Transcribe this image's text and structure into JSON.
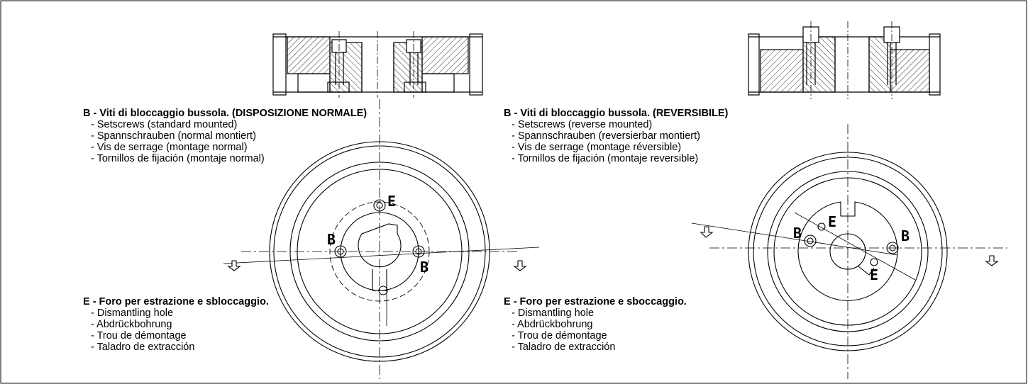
{
  "left": {
    "b_block": {
      "title": "B - Viti di bloccaggio bussola. (DISPOSIZIONE NORMALE)",
      "items": [
        "- Setscrews (standard mounted)",
        "- Spannschrauben (normal montiert)",
        "- Vis de serrage (montage normal)",
        "- Tornillos de fijación (montaje normal)"
      ]
    },
    "e_block": {
      "title": "E - Foro per estrazione e sbloccaggio.",
      "items": [
        "- Dismantling hole",
        "- Abdrückbohrung",
        "- Trou de démontage",
        "- Taladro de extracción"
      ]
    },
    "labels": {
      "b1": "B",
      "b2": "B",
      "e": "E"
    }
  },
  "right": {
    "b_block": {
      "title": "B - Viti di bloccaggio bussola. (REVERSIBILE)",
      "items": [
        "- Setscrews (reverse mounted)",
        "- Spannschrauben (reversierbar montiert)",
        "- Vis de serrage (montage réversible)",
        "- Tornillos de fijación (montaje reversible)"
      ]
    },
    "e_block": {
      "title": "E - Foro per estrazione e sboccaggio.",
      "items": [
        "- Dismantling hole",
        "- Abdrückbohrung",
        "- Trou de démontage",
        "- Taladro de extracción"
      ]
    },
    "labels": {
      "b1": "B",
      "b2": "B",
      "e1": "E",
      "e2": "E"
    }
  }
}
